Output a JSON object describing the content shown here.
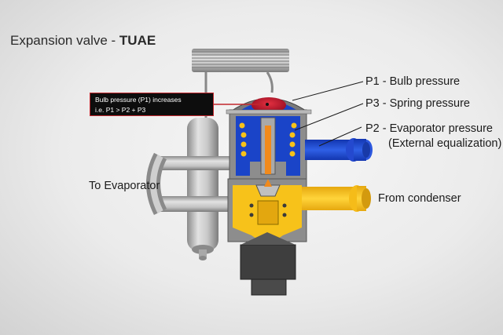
{
  "title": {
    "prefix": "Expansion valve - ",
    "name": "TUAE"
  },
  "callout": {
    "line1": "Bulb pressure (P1) increases",
    "line2": "i.e. P1 > P2 + P3"
  },
  "labels": {
    "p1": "P1 - Bulb pressure",
    "p3": "P3 - Spring pressure",
    "p2": "P2 - Evaporator pressure",
    "p2_sub": "(External equalization)",
    "to_evaporator": "To Evaporator",
    "from_condenser": "From condenser"
  },
  "colors": {
    "blue_region": "#1a44c8",
    "yellow_region": "#f7c21a",
    "bulb_red": "#c8102e",
    "spring_orange": "#f18a1c",
    "steel_gray": "#9a9a9a",
    "callout_border": "#c2272d"
  }
}
